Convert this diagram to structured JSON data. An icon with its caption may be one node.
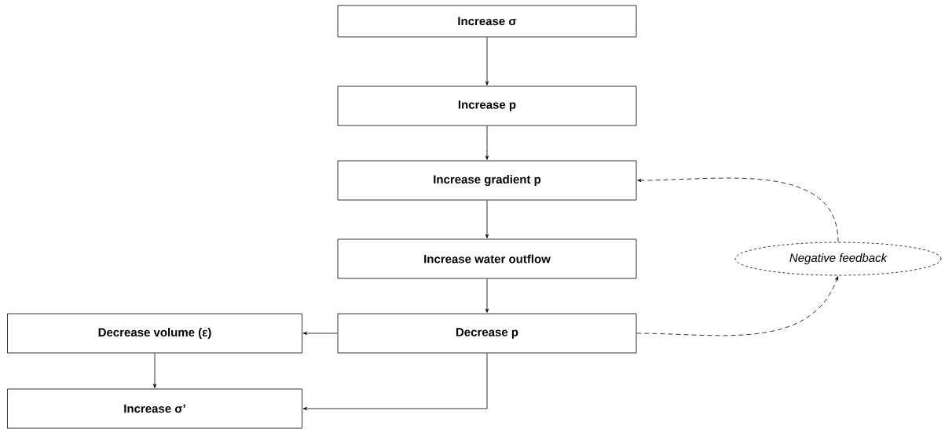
{
  "diagram": {
    "nodes": [
      {
        "text": [
          "Increase σ"
        ]
      },
      {
        "text": [
          "Increase p"
        ]
      },
      {
        "text": [
          "Increase gradient p"
        ]
      },
      {
        "text": [
          "Increase water outflow"
        ]
      },
      {
        "text": [
          "Decrease p"
        ]
      },
      {
        "text": [
          "Decrease volume (ε)"
        ]
      },
      {
        "text": [
          "Increase σ’"
        ]
      },
      {
        "text": [
          "Negative feedback"
        ]
      }
    ],
    "edges": [
      {
        "from": 0,
        "to": 1,
        "arrow": "to"
      },
      {
        "from": 1,
        "to": 2,
        "arrow": "to"
      },
      {
        "from": 2,
        "to": 3,
        "arrow": "to"
      },
      {
        "from": 3,
        "to": 4,
        "arrow": "to"
      },
      {
        "from": 4,
        "to": 5,
        "arrow": "to"
      },
      {
        "from": 5,
        "to": 6,
        "arrow": "to"
      },
      {
        "from": 4,
        "to": 6,
        "arrow": "to"
      },
      {
        "from": 4,
        "to": 7,
        "arrow": "to",
        "style": "dashed"
      },
      {
        "from": 7,
        "to": 2,
        "arrow": "to",
        "style": "dashed"
      }
    ]
  }
}
